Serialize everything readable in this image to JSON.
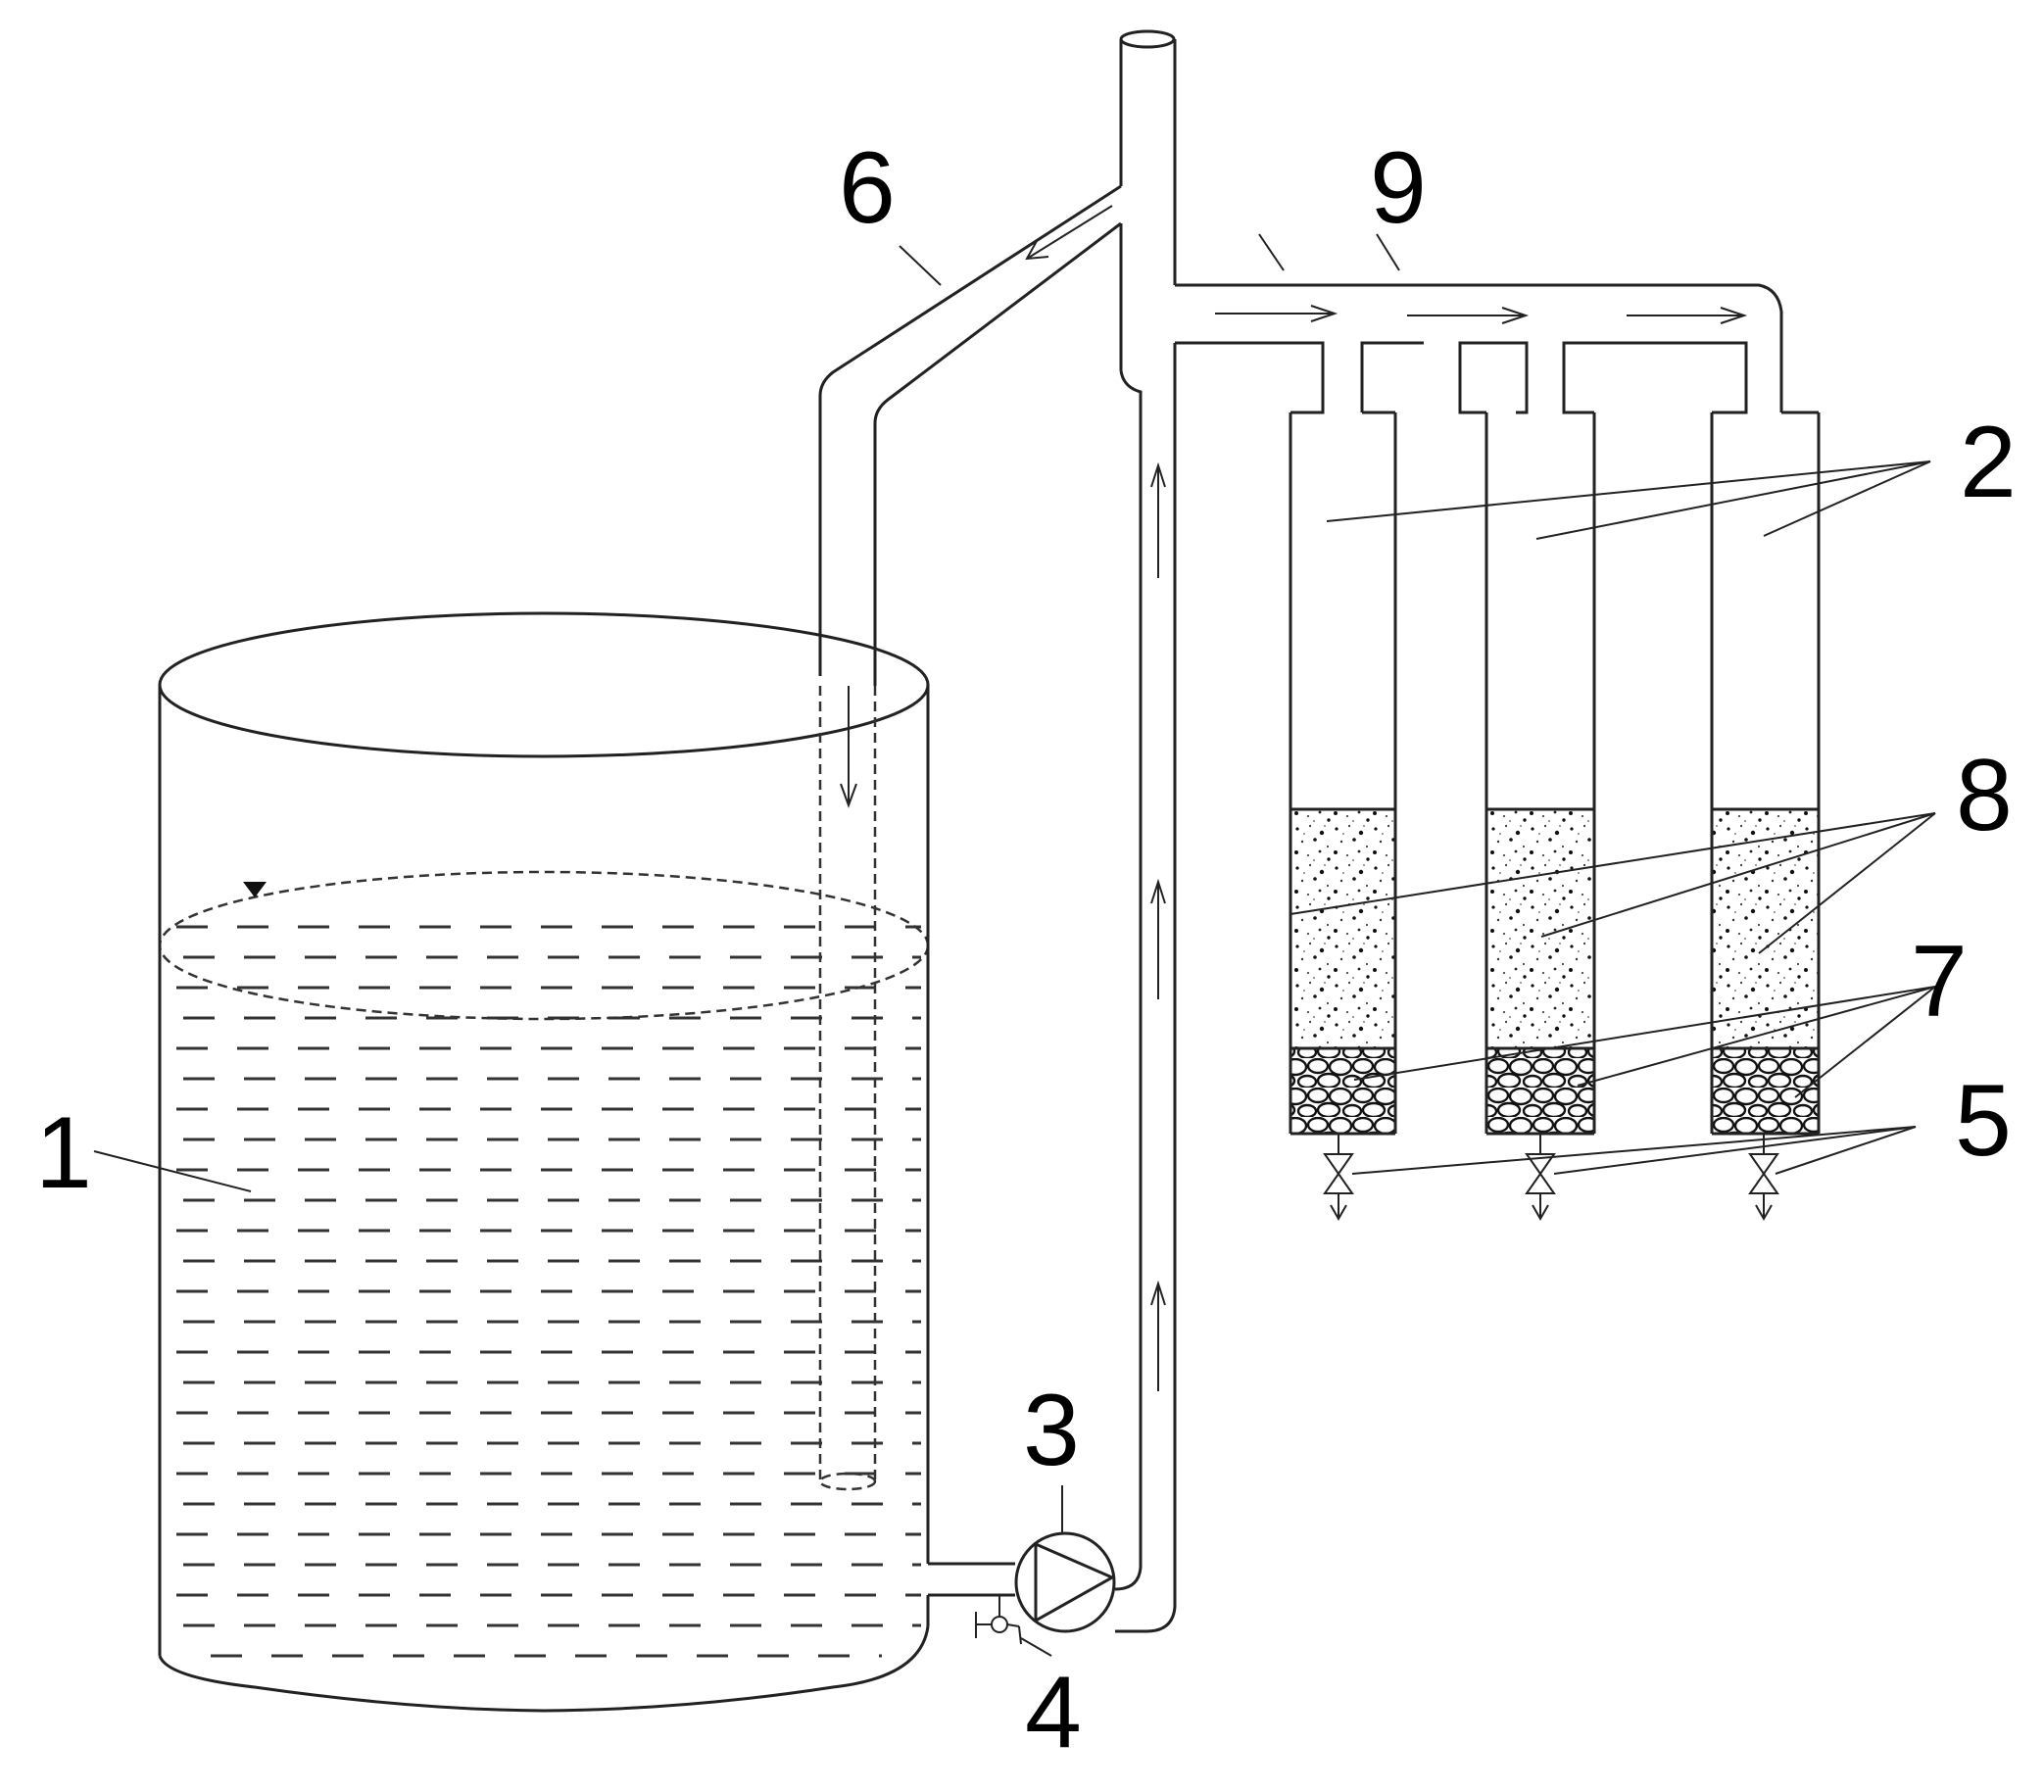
{
  "figure": {
    "type": "schematic",
    "description": "Recirculating water tank with pump feeding a header pipe to three filter columns"
  },
  "labels": {
    "tank": "1",
    "columns": "2",
    "pump": "3",
    "valve_sampling": "4",
    "valves_outlet": "5",
    "return_pipe": "6",
    "gravel_layer": "7",
    "sand_layer": "8",
    "header_pipe": "9"
  },
  "components": [
    {
      "id": "1",
      "name": "water-tank"
    },
    {
      "id": "2",
      "name": "filter-columns",
      "count": 3
    },
    {
      "id": "3",
      "name": "pump"
    },
    {
      "id": "4",
      "name": "sampling-valve"
    },
    {
      "id": "5",
      "name": "outlet-valves",
      "count": 3
    },
    {
      "id": "6",
      "name": "return-pipe"
    },
    {
      "id": "7",
      "name": "gravel-support-layer"
    },
    {
      "id": "8",
      "name": "filter-media-layer"
    },
    {
      "id": "9",
      "name": "distribution-header"
    }
  ],
  "colors": {
    "line": "#222222",
    "background": "#ffffff"
  }
}
